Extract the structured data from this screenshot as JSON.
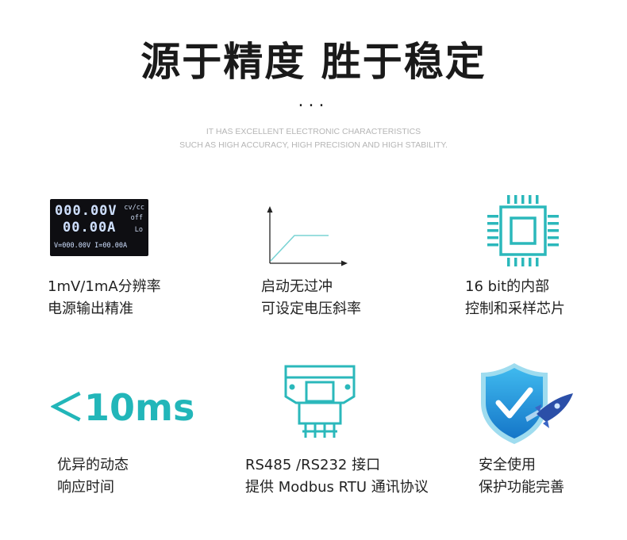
{
  "header": {
    "title": "源于精度  胜于稳定",
    "dots": "...",
    "subtitle_line1": "IT HAS EXCELLENT ELECTRONIC CHARACTERISTICS",
    "subtitle_line2": "SUCH AS HIGH ACCURACY, HIGH PRECISION AND HIGH STABILITY."
  },
  "lcd": {
    "voltage": "000.00V",
    "current": "00.00A",
    "mode": "cv/cc",
    "output": "off",
    "lock": "Lo",
    "setpoints": "V=000.00V I=00.00A"
  },
  "features": [
    {
      "line1": "1mV/1mA分辨率",
      "line2": "电源输出精准"
    },
    {
      "line1": "启动无过冲",
      "line2": "可设定电压斜率"
    },
    {
      "line1": "16 bit的内部",
      "line2": "控制和采样芯片"
    },
    {
      "line1": "优异的动态",
      "line2": "响应时间"
    },
    {
      "line1": "RS485 /RS232 接口",
      "line2": "提供 Modbus RTU 通讯协议"
    },
    {
      "line1": "安全使用",
      "line2": "保护功能完善"
    }
  ],
  "response_time": "＜10ms",
  "colors": {
    "accent": "#22b6b9",
    "shield": "#1e8fd6",
    "rocket": "#2b4fa8"
  },
  "icons": [
    "lcd-display-icon",
    "ramp-graph-icon",
    "chip-icon",
    "serial-connector-icon",
    "shield-rocket-icon"
  ]
}
